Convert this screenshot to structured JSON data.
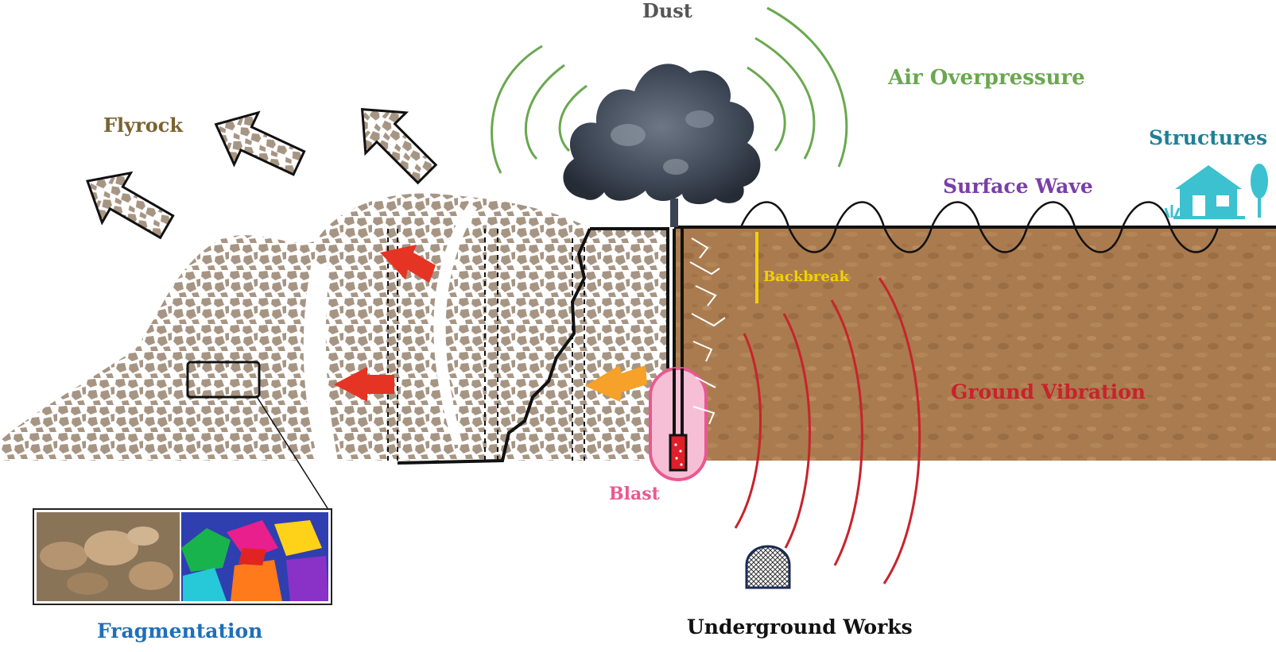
{
  "labels": {
    "dust": "Dust",
    "air_overpressure": "Air Overpressure",
    "flyrock": "Flyrock",
    "structures": "Structures",
    "surface_wave": "Surface Wave",
    "backbreak": "Backbreak",
    "ground_vibration": "Ground Vibration",
    "blast": "Blast",
    "fragmentation": "Fragmentation",
    "underground_works": "Underground Works"
  },
  "colors": {
    "dust": "#555555",
    "air_overpressure": "#6aa84f",
    "flyrock": "#7a6330",
    "structures": "#1f7f97",
    "surface_wave": "#7a3fa6",
    "backbreak": "#f2d100",
    "ground_vibration": "#c8232c",
    "blast": "#e8598f",
    "fragmentation": "#1f6fb8",
    "underground_works": "#111111",
    "soil": "#a97b4f",
    "rock": "#a79584",
    "arrow_red": "#e53423",
    "arrow_orange": "#f5a12a",
    "house": "#3cc1d0"
  },
  "icons": [
    "dust-cloud-icon",
    "house-icon",
    "tree-icon",
    "tunnel-icon",
    "explosive-charge-icon",
    "flyrock-arrow-icon"
  ]
}
